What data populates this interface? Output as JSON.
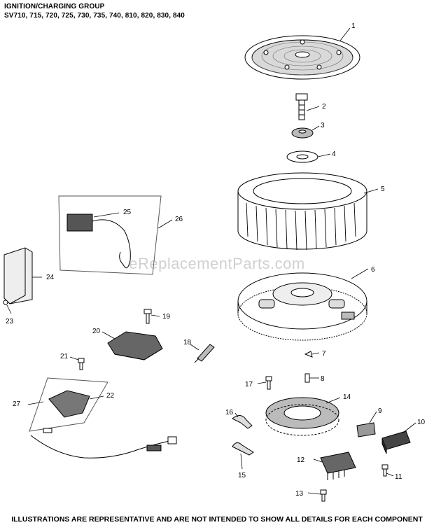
{
  "header": {
    "title": "IGNITION/CHARGING GROUP",
    "models": "SV710, 715, 720, 725, 730, 735, 740, 810, 820, 830, 840"
  },
  "watermark": "eReplacementParts.com",
  "footer": "ILLUSTRATIONS ARE REPRESENTATIVE AND ARE NOT INTENDED TO SHOW ALL DETAILS FOR EACH COMPONENT",
  "callouts": {
    "c1": "1",
    "c2": "2",
    "c3": "3",
    "c4": "4",
    "c5": "5",
    "c6": "6",
    "c7": "7",
    "c8": "8",
    "c9": "9",
    "c10": "10",
    "c11": "11",
    "c12": "12",
    "c13": "13",
    "c14": "14",
    "c15": "15",
    "c16": "16",
    "c17": "17",
    "c18": "18",
    "c19": "19",
    "c20": "20",
    "c21": "21",
    "c22": "22",
    "c23": "23",
    "c24": "24",
    "c25": "25",
    "c26": "26",
    "c27": "27"
  }
}
